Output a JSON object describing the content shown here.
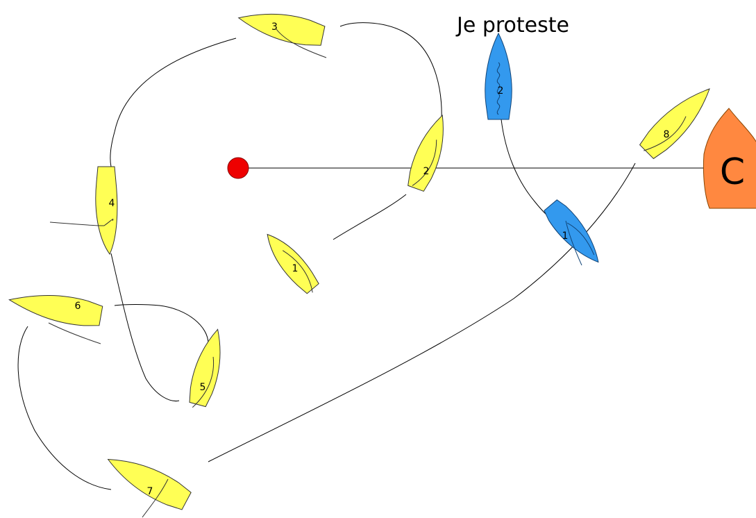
{
  "caption": "Je proteste",
  "colors": {
    "yellow_boat": "#ffff55",
    "blue_boat": "#3399ee",
    "committee_boat": "#ff8840",
    "mark": "#ee0000",
    "line": "#000000"
  },
  "yellow_boat": {
    "labels": [
      "1",
      "2",
      "3",
      "4",
      "5",
      "6",
      "7",
      "8"
    ]
  },
  "blue_boat": {
    "labels": [
      "1",
      "2"
    ]
  },
  "committee_boat": {
    "label": "C"
  },
  "start_mark": {
    "icon": "red-buoy"
  }
}
